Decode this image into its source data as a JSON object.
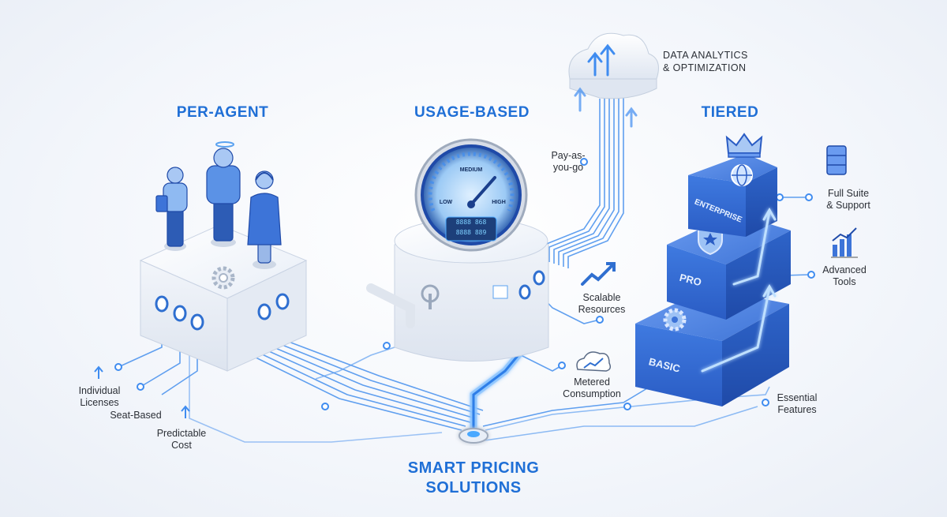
{
  "headings": {
    "per_agent": "PER-AGENT",
    "usage_based": "USAGE-BASED",
    "tiered": "TIERED"
  },
  "footer": {
    "line1": "SMART PRICING",
    "line2": "SOLUTIONS"
  },
  "analytics": {
    "line1": "DATA ANALYTICS",
    "line2": "& OPTIMIZATION"
  },
  "per_agent_labels": {
    "individual": "Individual\nLicenses",
    "seat": "Seat-Based",
    "predictable": "Predictable\nCost"
  },
  "usage_labels": {
    "payg": "Pay-as-\nyou-go",
    "scalable": "Scalable\nResources",
    "metered": "Metered\nConsumption"
  },
  "gauge": {
    "medium": "MEDIUM",
    "low": "LOW",
    "high": "HIGH",
    "readout1": "8888 868",
    "readout2": "8888 889"
  },
  "tiers": {
    "enterprise": "ENTERPRISE",
    "pro": "PRO",
    "basic": "BASIC"
  },
  "tier_labels": {
    "full_suite": "Full Suite\n& Support",
    "advanced": "Advanced\nTools",
    "essential": "Essential\nFeatures"
  },
  "colors": {
    "accent": "#1f6fd6",
    "glow": "#4aa8ff",
    "block": "#3d74d8",
    "line": "#3f8cf0"
  }
}
